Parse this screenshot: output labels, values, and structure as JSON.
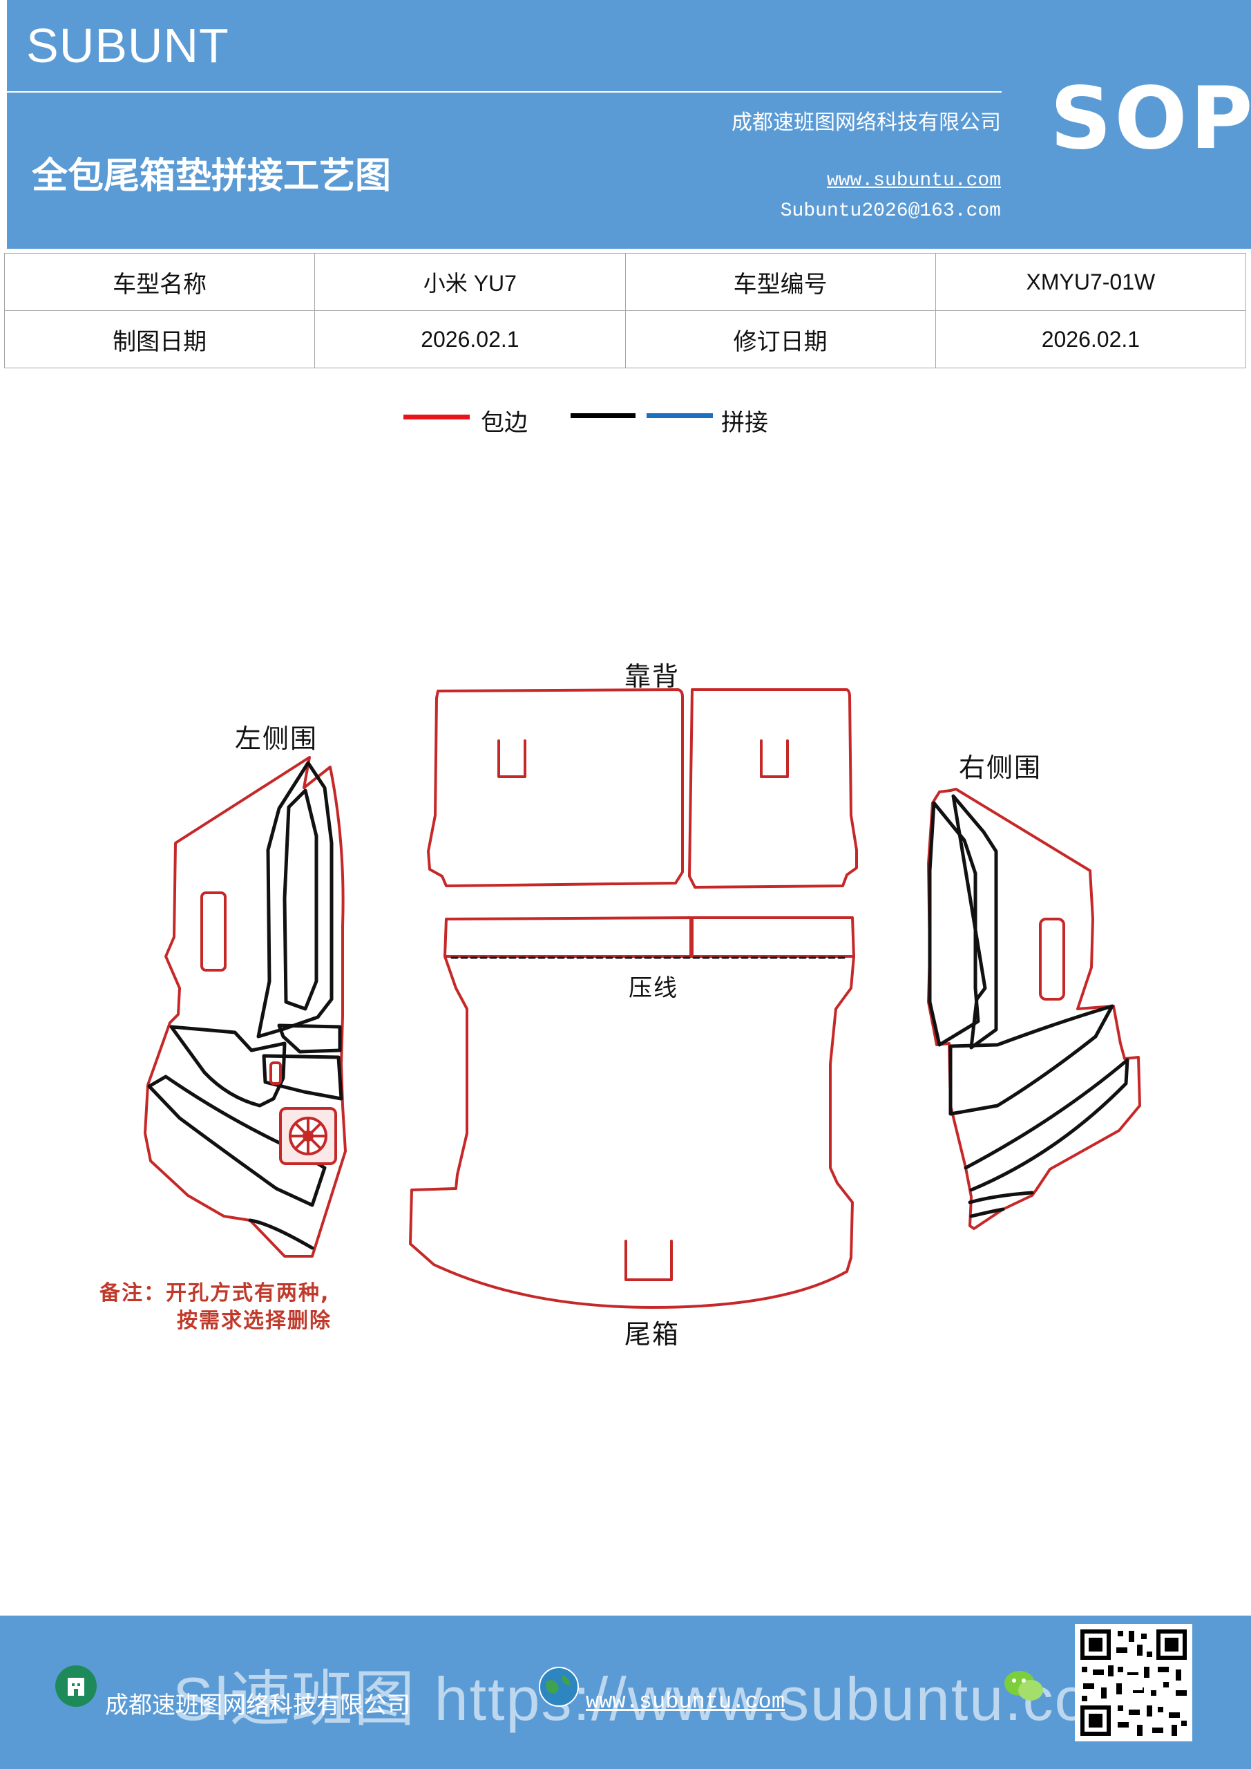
{
  "header": {
    "brand": "SUBUNT",
    "company": "成都速班图网络科技有限公司",
    "sop": "SOP",
    "title": "全包尾箱垫拼接工艺图",
    "website": "www.subuntu.com",
    "email": "Subuntu2026@163.com"
  },
  "info_table": {
    "rows": [
      [
        "车型名称",
        "小米 YU7",
        "车型编号",
        "XMYU7-01W"
      ],
      [
        "制图日期",
        "2026.02.1",
        "修订日期",
        "2026.02.1"
      ]
    ]
  },
  "legend": {
    "items": [
      {
        "label": "包边",
        "color": "#e8131b"
      },
      {
        "label": "",
        "color": "#000000"
      },
      {
        "label": "拼接",
        "color": "#1f6fc0"
      }
    ]
  },
  "diagram": {
    "left_panel": "左侧围",
    "back_panel": "靠背",
    "right_panel": "右侧围",
    "crease_label": "压线",
    "trunk_panel": "尾箱",
    "note_line1": "备注：开孔方式有两种,",
    "note_line2": "按需求选择删除",
    "colors": {
      "edge": "#c62828",
      "seam": "#111111"
    }
  },
  "footer": {
    "company": "成都速班图网络科技有限公司",
    "website": "www.subuntu.com",
    "watermark": "Sl速班图 https://www.subuntu.com",
    "icons": [
      "building-icon",
      "globe-icon",
      "wechat-icon",
      "qr-code"
    ]
  }
}
